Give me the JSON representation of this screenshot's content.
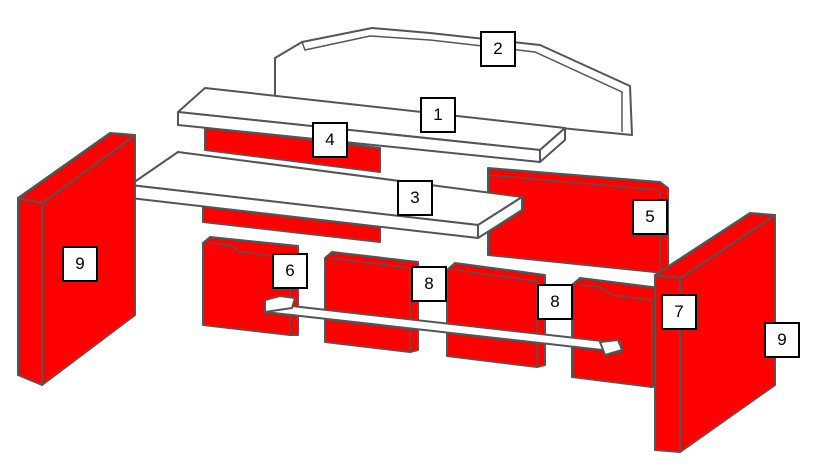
{
  "colors": {
    "brick": "#ff0000",
    "outline": "#555555",
    "slab": "#ffffff"
  },
  "labels": {
    "back_plate": "2",
    "upper_baffle": "1",
    "upper_rear_brick": "4",
    "lower_baffle": "3",
    "rear_right_brick": "5",
    "left_side_brick": "9",
    "right_side_brick": "9",
    "front_left_brick": "6",
    "front_mid_brick_a": "8",
    "front_mid_brick_b": "8",
    "front_right_brick": "7"
  }
}
